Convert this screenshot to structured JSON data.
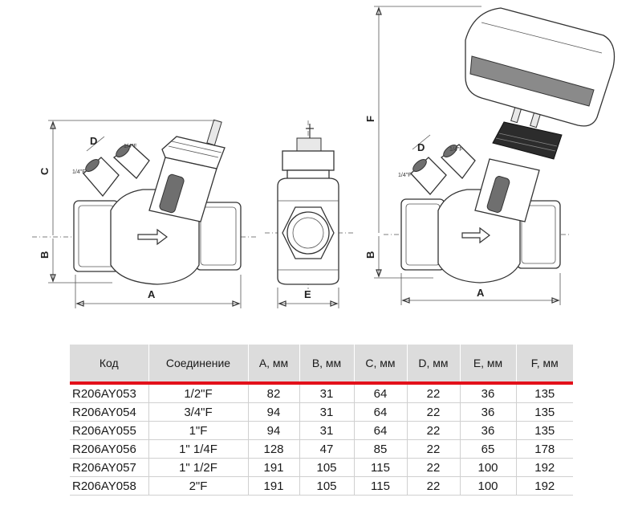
{
  "drawing": {
    "dimension_labels": {
      "A_left": "A",
      "B_left": "B",
      "C_left": "C",
      "D_left": "D",
      "E_mid": "E",
      "A_right": "A",
      "B_right": "B",
      "D_right": "D",
      "F_right": "F"
    },
    "port_labels": {
      "quarter_1": "1/4\"F",
      "quarter_2": "1/4\"F",
      "quarter_3": "1/4\"F",
      "quarter_4": "1/4\"F"
    }
  },
  "table": {
    "headers": [
      "Код",
      "Соединение",
      "A, мм",
      "B, мм",
      "C, мм",
      "D, мм",
      "E, мм",
      "F, мм"
    ],
    "rows": [
      [
        "R206AY053",
        "1/2\"F",
        "82",
        "31",
        "64",
        "22",
        "36",
        "135"
      ],
      [
        "R206AY054",
        "3/4\"F",
        "94",
        "31",
        "64",
        "22",
        "36",
        "135"
      ],
      [
        "R206AY055",
        "1\"F",
        "94",
        "31",
        "64",
        "22",
        "36",
        "135"
      ],
      [
        "R206AY056",
        "1\" 1/4F",
        "128",
        "47",
        "85",
        "22",
        "65",
        "178"
      ],
      [
        "R206AY057",
        "1\" 1/2F",
        "191",
        "105",
        "115",
        "22",
        "100",
        "192"
      ],
      [
        "R206AY058",
        "2\"F",
        "191",
        "105",
        "115",
        "22",
        "100",
        "192"
      ]
    ]
  },
  "colors": {
    "header_bg": "#dcdcdc",
    "accent_line": "#e3101a",
    "row_border": "#d0d0d0"
  }
}
